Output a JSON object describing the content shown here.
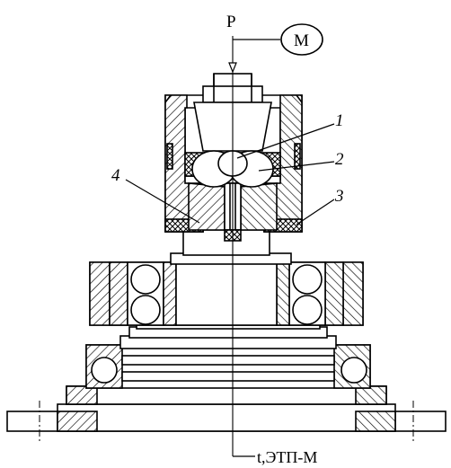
{
  "labels": {
    "force": "P",
    "motor": "М",
    "part_1": "1",
    "part_2": "2",
    "part_3": "3",
    "part_4": "4",
    "bottom": "t,ЭТП-М"
  }
}
